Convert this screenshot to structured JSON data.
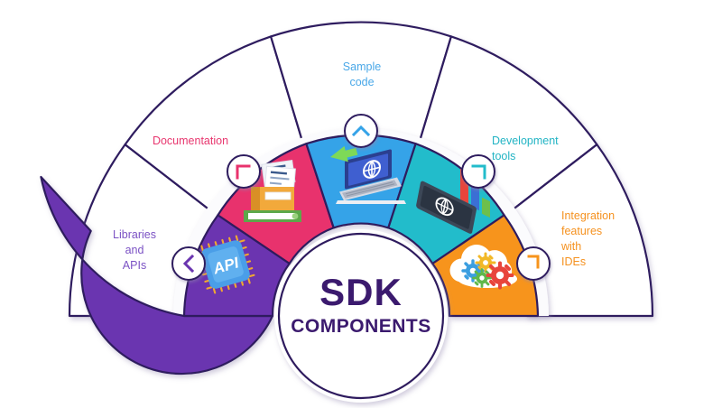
{
  "diagram": {
    "title": "SDK Components",
    "center": {
      "line1": "SDK",
      "line2": "COMPONENTS",
      "color": "#3b1a6e"
    },
    "stroke_color": "#2e1b5e",
    "background": "#ffffff",
    "segments": [
      {
        "id": "libraries-and-apis",
        "label": "Libraries\nand\nAPIs",
        "label_lines": [
          "Libraries",
          "and",
          "APIs"
        ],
        "label_color": "#7b52c4",
        "fill": "#6b34b0",
        "icon": "api-chip-icon",
        "marker": "chevron-left-icon",
        "marker_color": "#6b34b0"
      },
      {
        "id": "documentation",
        "label": "Documentation",
        "label_lines": [
          "Documentation"
        ],
        "label_color": "#e8376f",
        "fill": "#e8316d",
        "icon": "documents-books-icon",
        "marker": "chevron-up-left-icon",
        "marker_color": "#e8316d"
      },
      {
        "id": "sample-code",
        "label": "Sample\ncode",
        "label_lines": [
          "Sample",
          "code"
        ],
        "label_color": "#4aa8e8",
        "fill": "#35a3e8",
        "icon": "laptop-code-icon",
        "marker": "chevron-up-icon",
        "marker_color": "#35a3e8"
      },
      {
        "id": "development-tools",
        "label": "Development\ntools",
        "label_lines": [
          "Development",
          "tools"
        ],
        "label_color": "#22b4c4",
        "fill": "#22bccb",
        "icon": "tablet-chart-icon",
        "marker": "chevron-up-right-icon",
        "marker_color": "#22bccb"
      },
      {
        "id": "integration-features-with-ides",
        "label": "Integration\nfeatures\nwith\nIDEs",
        "label_lines": [
          "Integration",
          "features",
          "with",
          "IDEs"
        ],
        "label_color": "#f59220",
        "fill": "#f7941d",
        "icon": "cloud-gears-icon",
        "marker": "chevron-right-icon",
        "marker_color": "#f7941d"
      }
    ]
  }
}
